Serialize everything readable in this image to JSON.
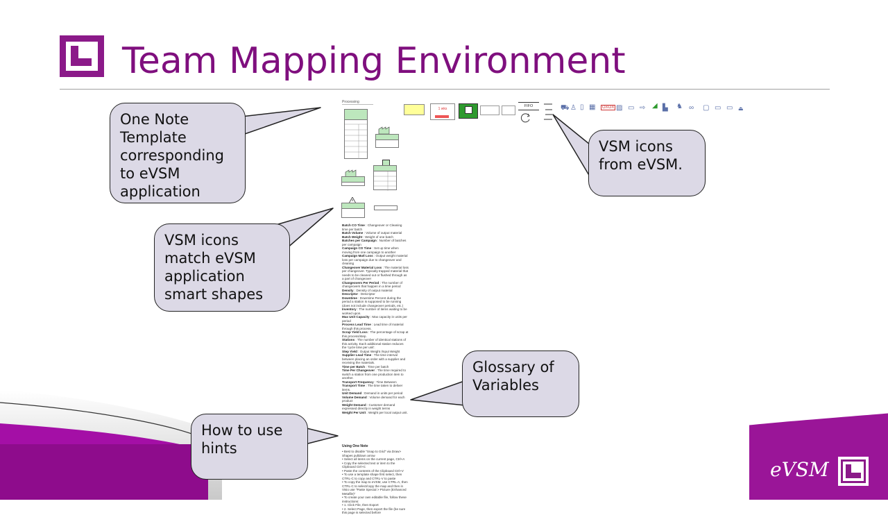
{
  "slide": {
    "title": "Team Mapping Environment"
  },
  "callouts": {
    "onenote": "One Note Template corresponding to eVSM application",
    "vsm_icons_from": "VSM icons from eVSM.",
    "vsm_icons_match": "VSM icons match eVSM application smart shapes",
    "glossary": "Glossary of Variables",
    "hints": "How to use hints"
  },
  "template": {
    "heading": "Processing",
    "icon_labels": {
      "fifo": "FIFO",
      "oxox": "OXOX",
      "cv": "1 wks"
    },
    "glossary": [
      {
        "term": "Batch CO Time",
        "desc": ": Changeover or Cleaning time per batch"
      },
      {
        "term": "Batch Volume",
        "desc": ": Volume of output material"
      },
      {
        "term": "Batch Weight",
        "desc": ": Weight of one batch"
      },
      {
        "term": "Batches per Campaign",
        "desc": ": Number of batches per campaign"
      },
      {
        "term": "Campaign CO Time",
        "desc": ": Set up time when moving from one campaign to another"
      },
      {
        "term": "Campaign Matl Loss",
        "desc": ": Output weight material loss per campaign due to changeover and cleaning"
      },
      {
        "term": "Changeover Material Loss",
        "desc": ": The material loss per changeover. Typically trapped material that needs to be cleaned out or flushed through as a part of changeover"
      },
      {
        "term": "Changeovers Per Period",
        "desc": ": The number of changeovers that happen in a time period"
      },
      {
        "term": "Density",
        "desc": ": Density of output material"
      },
      {
        "term": "Descriptor",
        "desc": ": Descriptor"
      },
      {
        "term": "Downtime",
        "desc": ": Downtime Percent during the period a station is supposed to be running (does not include changeover periods, etc.)"
      },
      {
        "term": "Inventory",
        "desc": ": The number of items waiting to be worked upon."
      },
      {
        "term": "Max Unit Capacity",
        "desc": ": Max capacity in units per period"
      },
      {
        "term": "Process Lead Time",
        "desc": ": Lead time of material through this process."
      },
      {
        "term": "Scrap Yield Loss",
        "desc": ": The percentage of scrap at this process/step."
      },
      {
        "term": "Stations",
        "desc": ": The number of identical stations of this activity. Each additional station reduces the 'cycle time per unit'."
      },
      {
        "term": "Step Yield",
        "desc": ": Output Weight /Input Weight"
      },
      {
        "term": "Supplier Lead Time",
        "desc": ": The time interval between placing an order with a supplier and receiving the materials."
      },
      {
        "term": "Time per Batch",
        "desc": ": Time per batch"
      },
      {
        "term": "Time Per Changeover",
        "desc": ": The time required to switch a station from one production item to another."
      },
      {
        "term": "Transport Frequency",
        "desc": ": Time Between"
      },
      {
        "term": "Transport Time",
        "desc": ": The time taken to deliver items."
      },
      {
        "term": "Unit Demand",
        "desc": ": Demand in units per period"
      },
      {
        "term": "Volume Demand",
        "desc": ": Volume demand for each product"
      },
      {
        "term": "Weight Demand",
        "desc": ": Customer demand expressed directly in weight terms"
      },
      {
        "term": "Weight Per Unit",
        "desc": ": Weight per local output unit."
      }
    ],
    "hints_heading": "Using One Note",
    "hints": [
      "Best to disable \"Snap to Grid\" via Draw> Shapes pulldown arrow",
      "Select all items on the current page, Ctrl+A",
      "Copy the selected text or item to the Clipboard Ctrl+C",
      "Paste the contents of the Clipboard Ctrl+V",
      "To use a template shape first select, then CTRL-C to copy and CTRL-V to paste",
      "To copy the map to eVSM, use CTRL-A, then CTRL-C to select/copy the map and then in Visio use \"Paste Special > Picture (Enhanced Metafile)\"",
      "To create your own editable file, follow these instructions:",
      "1. Click File, then Export",
      "2. Select Page, then export the file (be sure this page is selected before"
    ]
  },
  "brand": {
    "name": "eVSM"
  },
  "colors": {
    "title": "#7f0f7e",
    "brand_purple": "#8b1a89",
    "callout_fill": "#dcd9e6"
  }
}
